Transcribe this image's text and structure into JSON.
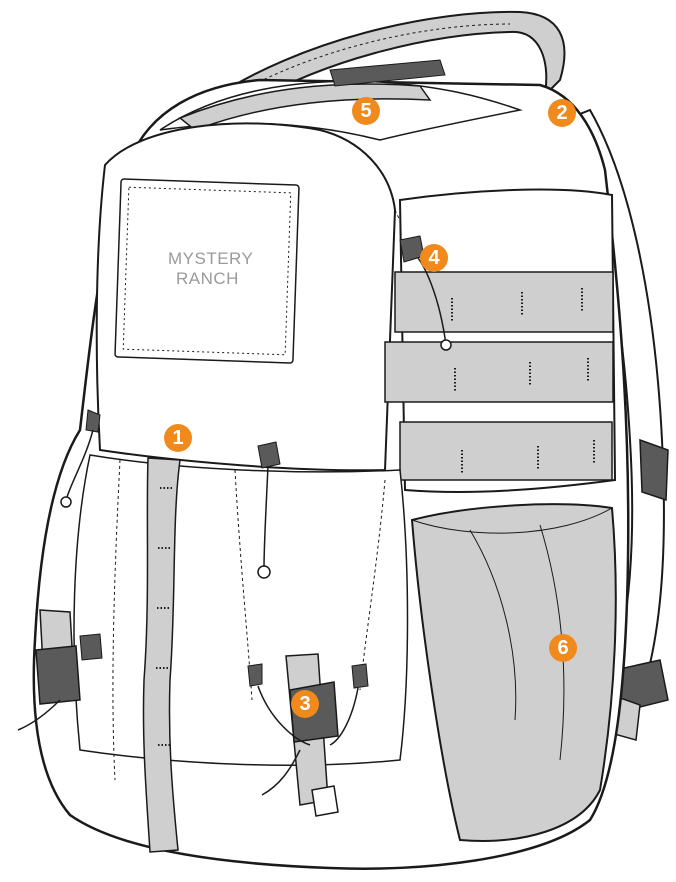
{
  "diagram": {
    "subject": "backpack",
    "colors": {
      "outline": "#1a1a1a",
      "fill_light": "#ffffff",
      "fill_gray": "#cfcfcf",
      "fill_dark": "#5a5a5a",
      "callout": "#f08a1c",
      "logo": "#9a9a9a"
    },
    "logo": {
      "line1": "MYSTERY",
      "line2": "RANCH"
    },
    "callouts": [
      {
        "number": "1"
      },
      {
        "number": "2"
      },
      {
        "number": "3"
      },
      {
        "number": "4"
      },
      {
        "number": "5"
      },
      {
        "number": "6"
      }
    ]
  }
}
